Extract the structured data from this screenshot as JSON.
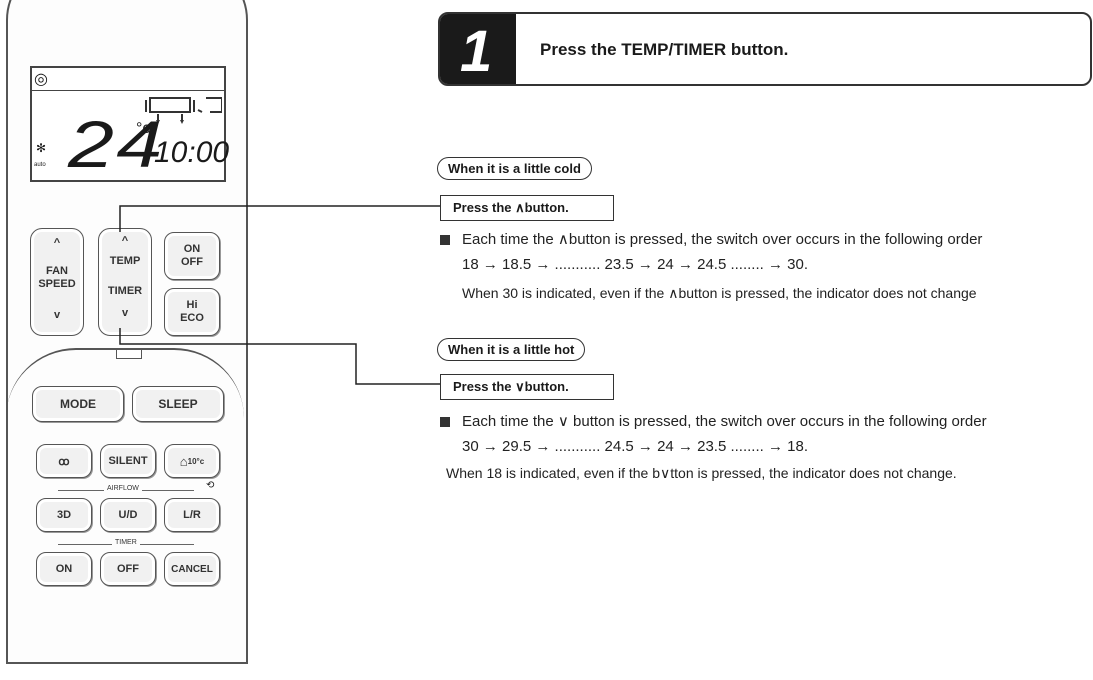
{
  "remote": {
    "display": {
      "temperature": "24",
      "unit": "°c",
      "time": "10:00",
      "fan_mode": "auto"
    },
    "buttons": {
      "fan_speed": "FAN\nSPEED",
      "temp": "TEMP",
      "timer": "TIMER",
      "on_off": "ON\nOFF",
      "hi_eco": "Hi\nECO",
      "mode": "MODE",
      "sleep": "SLEEP",
      "silent": "SILENT",
      "heat_10": "10°c",
      "b3d": "3D",
      "ud": "U/D",
      "lr": "L/R",
      "on": "ON",
      "off": "OFF",
      "cancel": "CANCEL",
      "up_arrow": "^",
      "down_arrow": "v"
    },
    "groups": {
      "airflow": "AIRFLOW",
      "timer": "TIMER"
    }
  },
  "step": {
    "number": "1",
    "instruction": "Press the TEMP/TIMER button."
  },
  "cold": {
    "heading": "When it is a little cold",
    "press": "Press the ∧button.",
    "line1": "Each time the ∧button is pressed, the switch over occurs in the following order",
    "line2": "18 → 18.5 → ........... 23.5 → 24 → 24.5 ........ → 30.",
    "line3": "When 30 is indicated, even if the ∧button is pressed, the indicator does not change"
  },
  "hot": {
    "heading": "When it is a little hot",
    "press": "Press the ∨button.",
    "line1": "Each time the ∨ button is pressed, the switch over occurs in the following order",
    "line2": "30 → 29.5 → ........... 24.5 → 24 → 23.5 ........ → 18.",
    "line3": "When 18 is indicated, even if the   b∨tton is pressed, the indicator does not change."
  }
}
